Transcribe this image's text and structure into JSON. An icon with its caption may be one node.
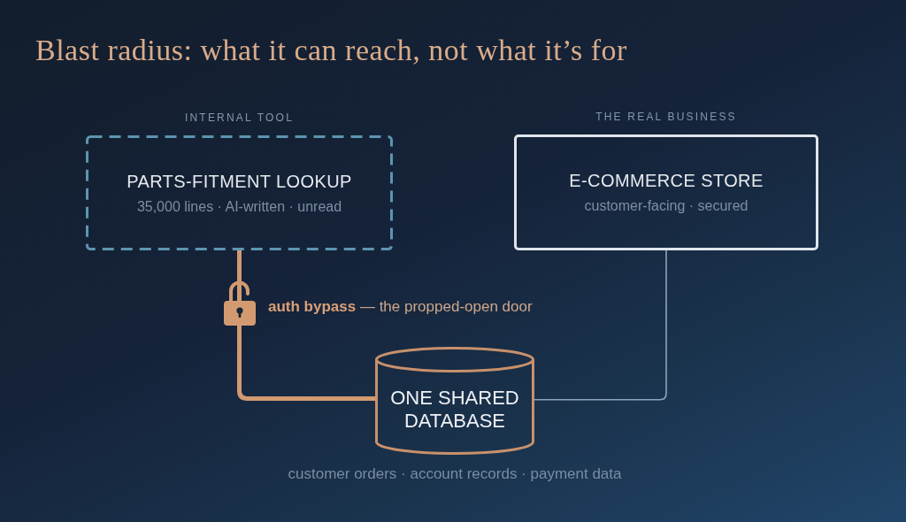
{
  "diagram": {
    "title": "Blast radius: what it can reach, not what it’s for",
    "nodes": [
      {
        "text": [
          "INTERNAL TOOL",
          "PARTS-FITMENT LOOKUP",
          "35,000 lines · AI-written · unread"
        ]
      },
      {
        "text": [
          "THE REAL BUSINESS",
          "E-COMMERCE STORE",
          "customer-facing · secured"
        ]
      },
      {
        "text": [
          "ONE SHARED DATABASE"
        ],
        "beside": [
          "customer orders · account records · payment data"
        ]
      }
    ],
    "edges": [
      {
        "from": 0,
        "to": 2,
        "arrow": "none",
        "label": "**auth bypass** — the propped-open door",
        "style": "thick",
        "color": "#d39a72"
      },
      {
        "from": 1,
        "to": 2,
        "arrow": "none",
        "color": "#8fa3b8"
      }
    ]
  }
}
